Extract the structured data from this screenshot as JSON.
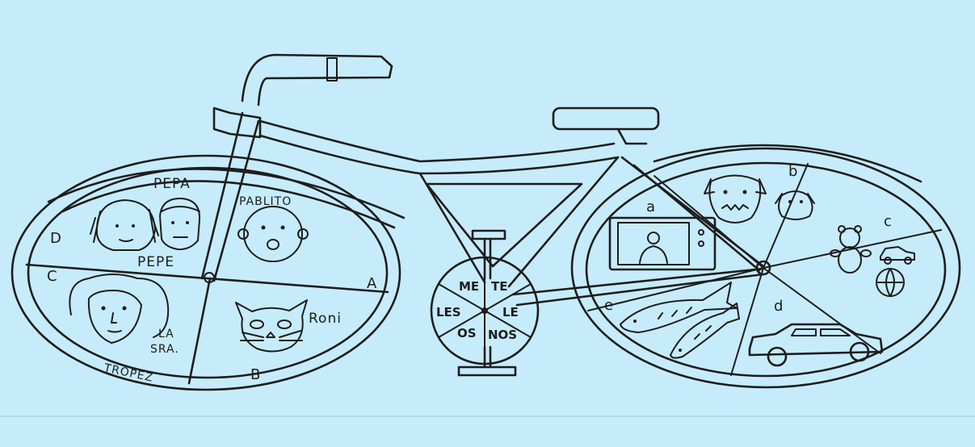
{
  "colors": {
    "background": "#c6ecfb",
    "ink": "#1d1d1d"
  },
  "front_wheel": {
    "people": {
      "pepa": "PEPA",
      "pepe": "PEPE",
      "pablito": "PABLITO",
      "sra_1": "LA",
      "sra_2": "SRA.",
      "sra_3": "TRÓPEZ",
      "roni": "Roni"
    },
    "sections": {
      "a": "A",
      "b": "B",
      "c": "C",
      "d": "D"
    }
  },
  "pedal_hub": {
    "words": [
      "ME",
      "TE",
      "LE",
      "NOS",
      "OS",
      "LES"
    ]
  },
  "back_wheel": {
    "sections": {
      "a": "a",
      "b": "b",
      "c": "c",
      "d": "d",
      "e": "e"
    },
    "icons": [
      "tv-icon",
      "dog-icon",
      "dog-icon",
      "teddy-bear-icon",
      "toy-car-icon",
      "ball-icon",
      "car-icon",
      "fish-icon",
      "fish-icon"
    ]
  }
}
